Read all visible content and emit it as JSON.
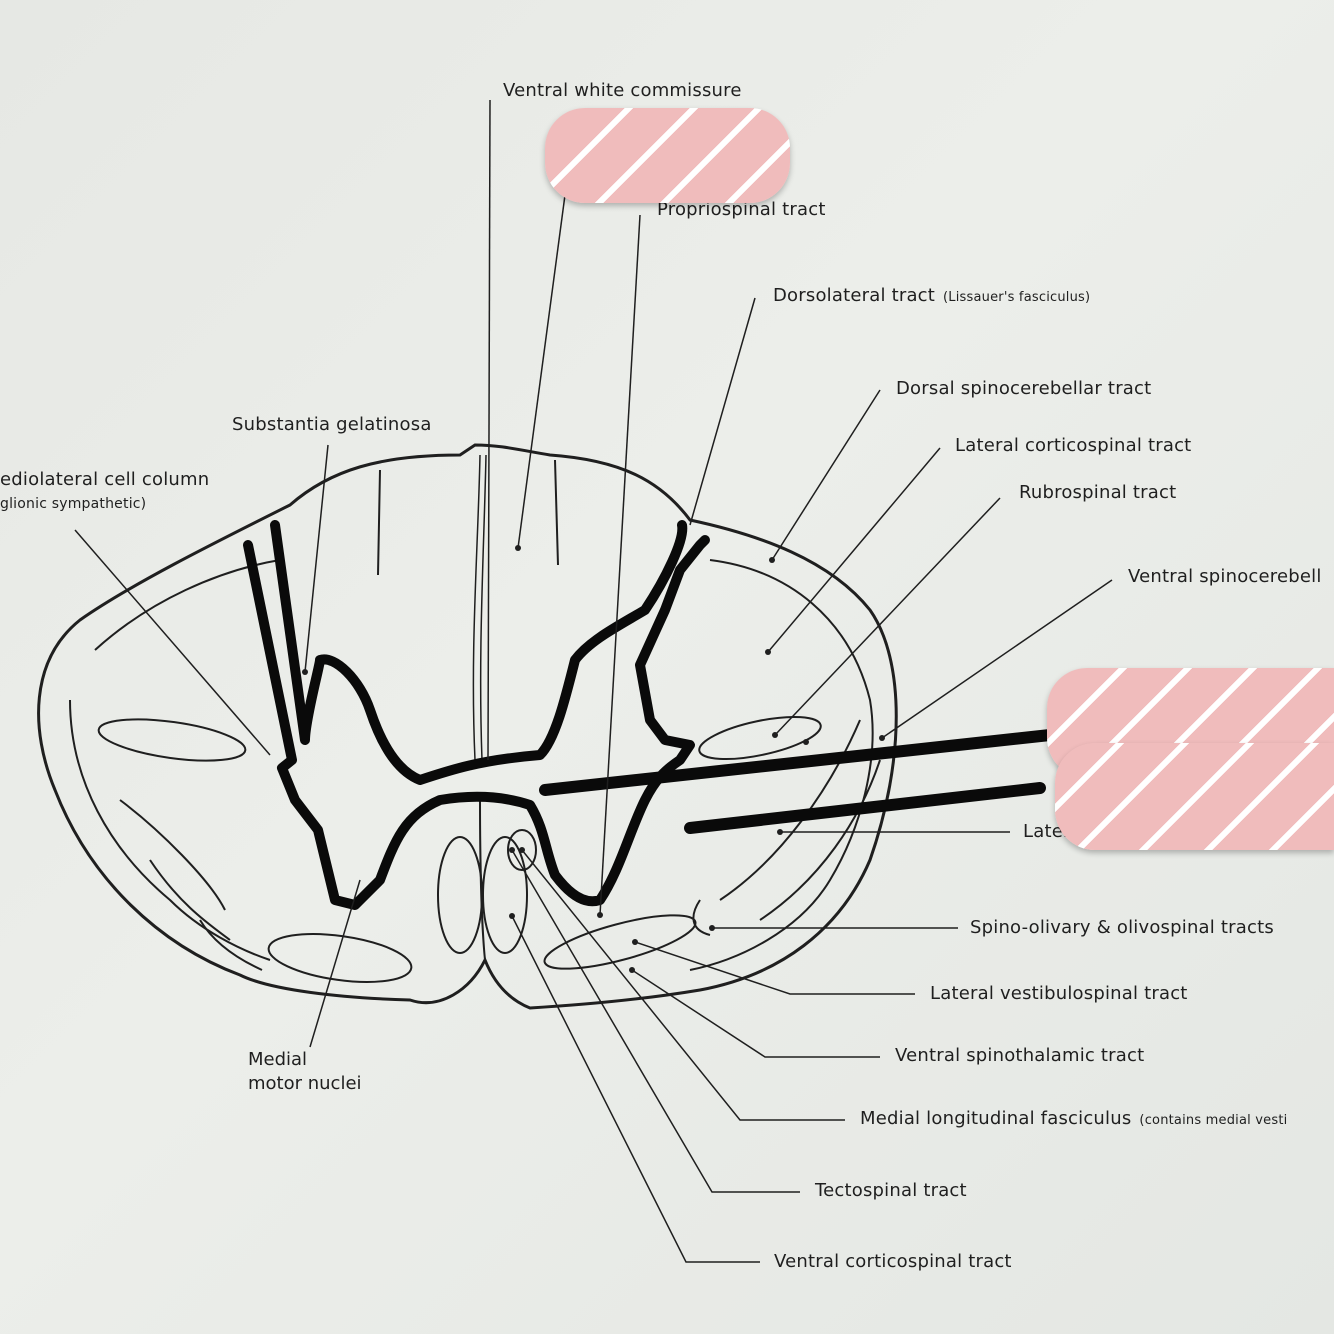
{
  "labels": {
    "ventral_white_commissure": "Ventral white commissure",
    "propriospinal_tract": "Propriospinal tract",
    "dorsolateral_tract": "Dorsolateral tract",
    "dorsolateral_sub": "(Lissauer's fasciculus)",
    "dorsal_spinocerebellar": "Dorsal spinocerebellar tract",
    "lateral_corticospinal": "Lateral corticospinal tract",
    "rubrospinal": "Rubrospinal tract",
    "ventral_spinocerebellar": "Ventral spinocerebell",
    "substantia_gelatinosa": "Substantia gelatinosa",
    "intermediolateral_1": "ediolateral cell column",
    "intermediolateral_2": "glionic sympathetic)",
    "latera": "Latera",
    "spino_olivary": "Spino-olivary & olivospinal tracts",
    "lateral_vestibulospinal": "Lateral vestibulospinal tract",
    "ventral_spinothalamic": "Ventral spinothalamic tract",
    "medial_longitudinal": "Medial longitudinal fasciculus",
    "medial_longitudinal_sub": "(contains medial vesti",
    "tectospinal": "Tectospinal tract",
    "ventral_corticospinal": "Ventral corticospinal tract",
    "medial_motor_1": "Medial",
    "medial_motor_2": "motor nuclei"
  },
  "colors": {
    "ink": "#1f1f1f",
    "marker": "#0a0a0a",
    "redaction_fill": "#f0bcbc"
  }
}
